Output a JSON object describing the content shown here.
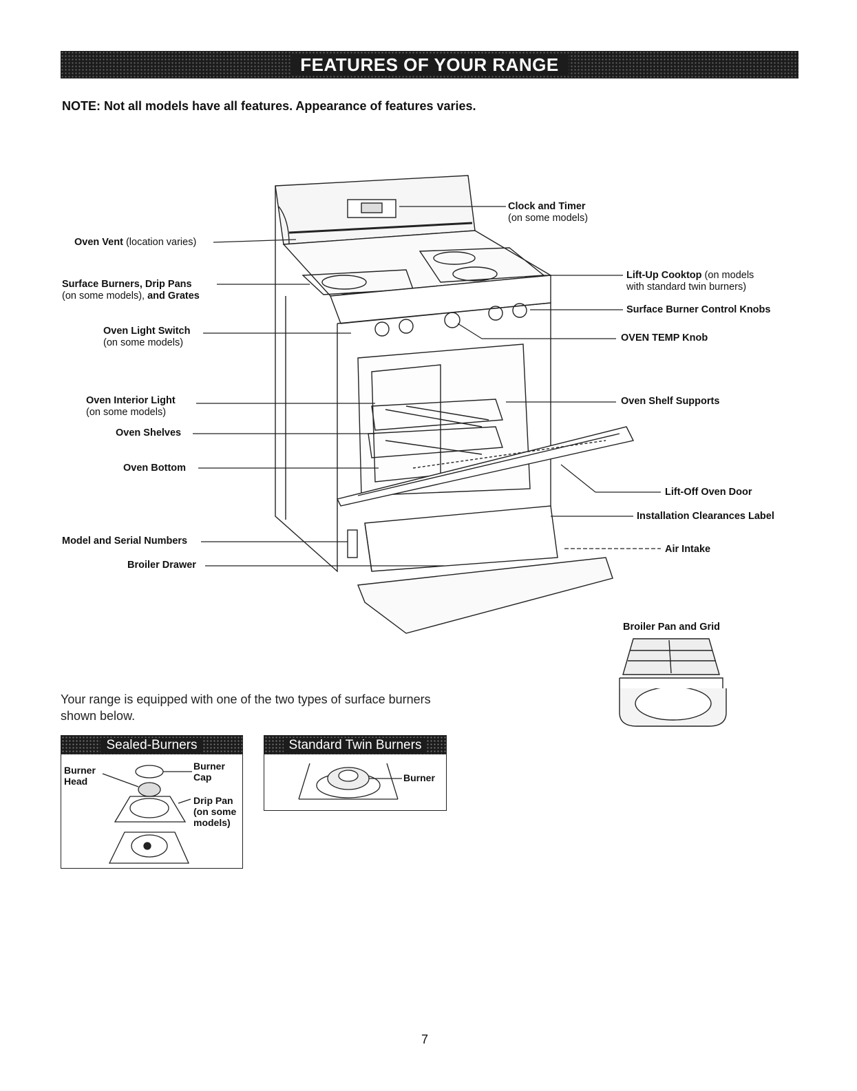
{
  "header": {
    "title": "FEATURES OF YOUR RANGE"
  },
  "note": "NOTE: Not all models have all features. Appearance of features varies.",
  "labels": {
    "clock_timer": {
      "title": "Clock and Timer",
      "sub": "(on some models)"
    },
    "oven_vent": {
      "title": "Oven Vent",
      "sub": "(location varies)"
    },
    "surface_burners": {
      "title": "Surface Burners, Drip Pans",
      "sub_a": "(on some models),",
      "sub_b": " and Grates"
    },
    "oven_light_switch": {
      "title": "Oven Light Switch",
      "sub": "(on some models)"
    },
    "oven_interior_light": {
      "title": "Oven Interior Light",
      "sub": "(on some models)"
    },
    "oven_shelves": "Oven Shelves",
    "oven_bottom": "Oven Bottom",
    "model_serial": "Model and Serial Numbers",
    "broiler_drawer": "Broiler Drawer",
    "lift_up_cooktop": {
      "title": "Lift-Up Cooktop",
      "sub_a": " (on models",
      "sub_b": "with standard twin burners)"
    },
    "burner_knobs": "Surface Burner Control Knobs",
    "oven_temp_knob": "OVEN TEMP Knob",
    "shelf_supports": "Oven Shelf Supports",
    "lift_off_door": "Lift-Off Oven Door",
    "install_label": "Installation Clearances Label",
    "air_intake": "Air Intake",
    "broiler_pan": "Broiler Pan and Grid"
  },
  "intro_text": "Your range is equipped with one of the two types of surface burners shown below.",
  "sealed_box": {
    "title": "Sealed-Burners",
    "burner_head": "Burner Head",
    "burner_cap": "Burner Cap",
    "drip_pan": "Drip Pan (on some models)"
  },
  "twin_box": {
    "title": "Standard Twin Burners",
    "burner": "Burner"
  },
  "page_number": "7"
}
